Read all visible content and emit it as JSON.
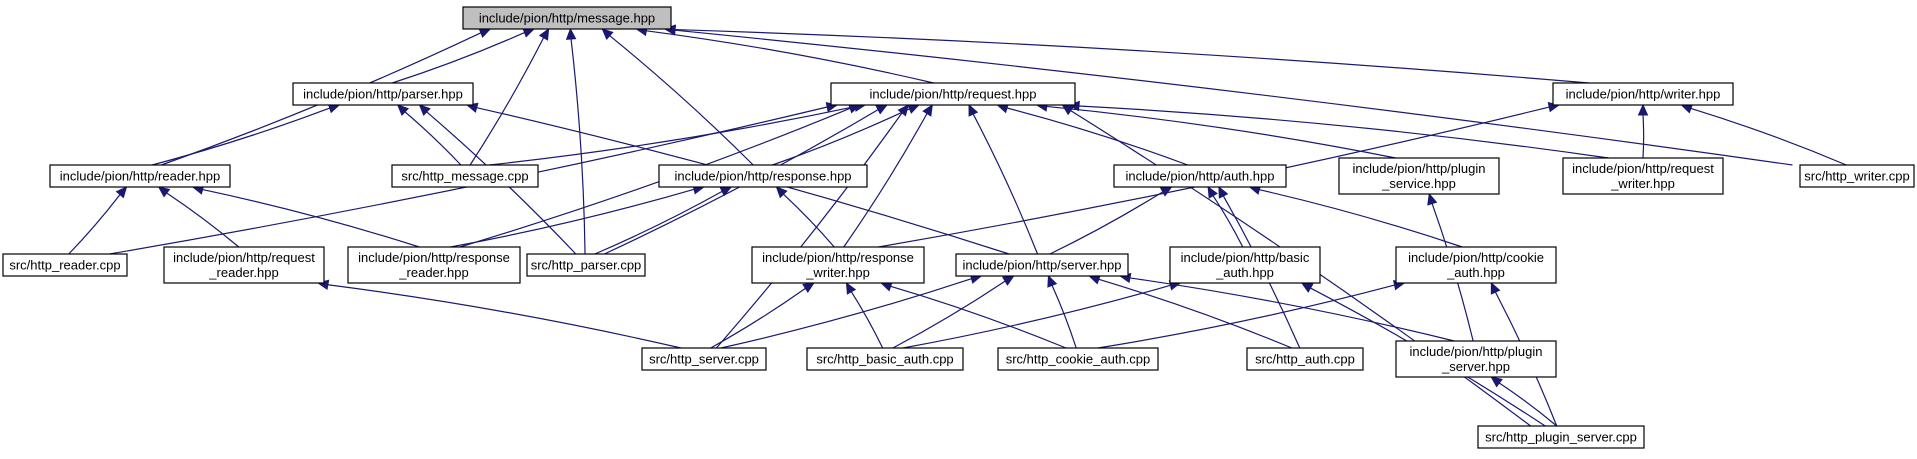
{
  "nodes": [
    {
      "id": "message",
      "lines": [
        "include/pion/http/message.hpp"
      ],
      "root": true
    },
    {
      "id": "parser",
      "lines": [
        "include/pion/http/parser.hpp"
      ]
    },
    {
      "id": "request",
      "lines": [
        "include/pion/http/request.hpp"
      ]
    },
    {
      "id": "writer",
      "lines": [
        "include/pion/http/writer.hpp"
      ]
    },
    {
      "id": "reader",
      "lines": [
        "include/pion/http/reader.hpp"
      ]
    },
    {
      "id": "http_message",
      "lines": [
        "src/http_message.cpp"
      ]
    },
    {
      "id": "response",
      "lines": [
        "include/pion/http/response.hpp"
      ]
    },
    {
      "id": "auth",
      "lines": [
        "include/pion/http/auth.hpp"
      ]
    },
    {
      "id": "plugin_service",
      "lines": [
        "include/pion/http/plugin",
        "_service.hpp"
      ]
    },
    {
      "id": "request_writer",
      "lines": [
        "include/pion/http/request",
        "_writer.hpp"
      ]
    },
    {
      "id": "http_writer",
      "lines": [
        "src/http_writer.cpp"
      ]
    },
    {
      "id": "http_reader",
      "lines": [
        "src/http_reader.cpp"
      ]
    },
    {
      "id": "request_reader",
      "lines": [
        "include/pion/http/request",
        "_reader.hpp"
      ]
    },
    {
      "id": "response_reader",
      "lines": [
        "include/pion/http/response",
        "_reader.hpp"
      ]
    },
    {
      "id": "http_parser",
      "lines": [
        "src/http_parser.cpp"
      ]
    },
    {
      "id": "response_writer",
      "lines": [
        "include/pion/http/response",
        "_writer.hpp"
      ]
    },
    {
      "id": "server",
      "lines": [
        "include/pion/http/server.hpp"
      ]
    },
    {
      "id": "basic_auth",
      "lines": [
        "include/pion/http/basic",
        "_auth.hpp"
      ]
    },
    {
      "id": "cookie_auth",
      "lines": [
        "include/pion/http/cookie",
        "_auth.hpp"
      ]
    },
    {
      "id": "http_server",
      "lines": [
        "src/http_server.cpp"
      ]
    },
    {
      "id": "http_basic_auth",
      "lines": [
        "src/http_basic_auth.cpp"
      ]
    },
    {
      "id": "http_cookie_auth",
      "lines": [
        "src/http_cookie_auth.cpp"
      ]
    },
    {
      "id": "http_auth",
      "lines": [
        "src/http_auth.cpp"
      ]
    },
    {
      "id": "plugin_server",
      "lines": [
        "include/pion/http/plugin",
        "_server.hpp"
      ]
    },
    {
      "id": "http_plugin_server",
      "lines": [
        "src/http_plugin_server.cpp"
      ]
    }
  ],
  "edges": [
    [
      "message",
      "parser"
    ],
    [
      "message",
      "request"
    ],
    [
      "message",
      "writer"
    ],
    [
      "message",
      "reader"
    ],
    [
      "message",
      "http_message"
    ],
    [
      "message",
      "response"
    ],
    [
      "message",
      "http_writer"
    ],
    [
      "message",
      "http_parser"
    ],
    [
      "parser",
      "reader"
    ],
    [
      "parser",
      "http_message"
    ],
    [
      "parser",
      "http_parser"
    ],
    [
      "parser",
      "server"
    ],
    [
      "request",
      "http_message"
    ],
    [
      "request",
      "response"
    ],
    [
      "request",
      "auth"
    ],
    [
      "request",
      "plugin_service"
    ],
    [
      "request",
      "request_writer"
    ],
    [
      "request",
      "http_reader"
    ],
    [
      "request",
      "response_reader"
    ],
    [
      "request",
      "http_parser"
    ],
    [
      "request",
      "response_writer"
    ],
    [
      "request",
      "server"
    ],
    [
      "request",
      "http_server"
    ],
    [
      "request",
      "http_plugin_server"
    ],
    [
      "writer",
      "request_writer"
    ],
    [
      "writer",
      "http_writer"
    ],
    [
      "writer",
      "response_writer"
    ],
    [
      "reader",
      "http_reader"
    ],
    [
      "reader",
      "request_reader"
    ],
    [
      "reader",
      "response_reader"
    ],
    [
      "response",
      "response_reader"
    ],
    [
      "response",
      "http_parser"
    ],
    [
      "response",
      "response_writer"
    ],
    [
      "auth",
      "server"
    ],
    [
      "auth",
      "basic_auth"
    ],
    [
      "auth",
      "cookie_auth"
    ],
    [
      "auth",
      "http_auth"
    ],
    [
      "plugin_service",
      "plugin_server"
    ],
    [
      "request_reader",
      "http_server"
    ],
    [
      "response_writer",
      "http_server"
    ],
    [
      "response_writer",
      "http_basic_auth"
    ],
    [
      "response_writer",
      "http_cookie_auth"
    ],
    [
      "server",
      "http_server"
    ],
    [
      "server",
      "http_basic_auth"
    ],
    [
      "server",
      "http_cookie_auth"
    ],
    [
      "server",
      "http_auth"
    ],
    [
      "server",
      "plugin_server"
    ],
    [
      "basic_auth",
      "http_basic_auth"
    ],
    [
      "basic_auth",
      "http_plugin_server"
    ],
    [
      "cookie_auth",
      "http_cookie_auth"
    ],
    [
      "cookie_auth",
      "http_plugin_server"
    ],
    [
      "plugin_server",
      "http_plugin_server"
    ]
  ],
  "colors": {
    "edge": "#191970",
    "root_fill": "#bfbfbf",
    "node_fill": "#ffffff"
  }
}
